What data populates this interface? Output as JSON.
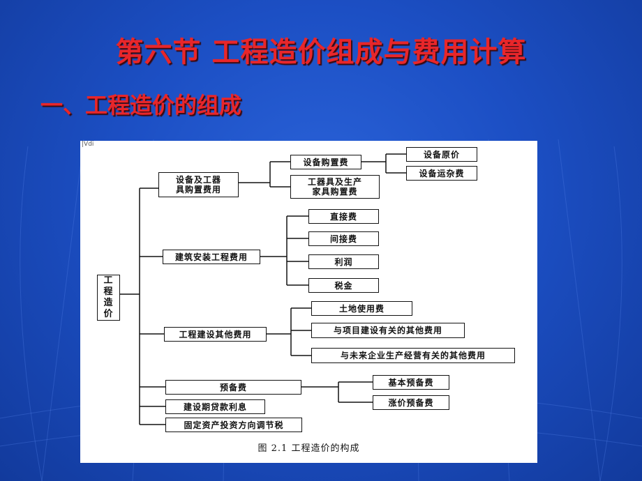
{
  "slide": {
    "title": "第六节  工程造价组成与费用计算",
    "subtitle": "一、工程造价的组成"
  },
  "colors": {
    "background": "#1c4fc4",
    "title": "#e8262a",
    "figure_bg": "#ffffff"
  },
  "diagram": {
    "root": "工\n程\n造\n价",
    "caption": "图 2.1    工程造价的构成",
    "corner_mark": "|Vdi",
    "equipment": {
      "label": "设备及工器\n具购置费用",
      "purchase": "设备购置费",
      "tools": "工器具及生产\n家具购置费",
      "original_price": "设备原价",
      "transport": "设备运杂费"
    },
    "construction": {
      "label": "建筑安装工程费用",
      "direct": "直接费",
      "indirect": "间接费",
      "profit": "利润",
      "tax": "税金"
    },
    "other": {
      "label": "工程建设其他费用",
      "land": "土地使用费",
      "project_related": "与项目建设有关的其他费用",
      "future_enterprise": "与未来企业生产经营有关的其他费用"
    },
    "reserve": {
      "label": "预备费",
      "basic": "基本预备费",
      "price_rise": "涨价预备费"
    },
    "loan_interest": "建设期贷款利息",
    "fixed_asset_tax": "固定资产投资方向调节税"
  }
}
